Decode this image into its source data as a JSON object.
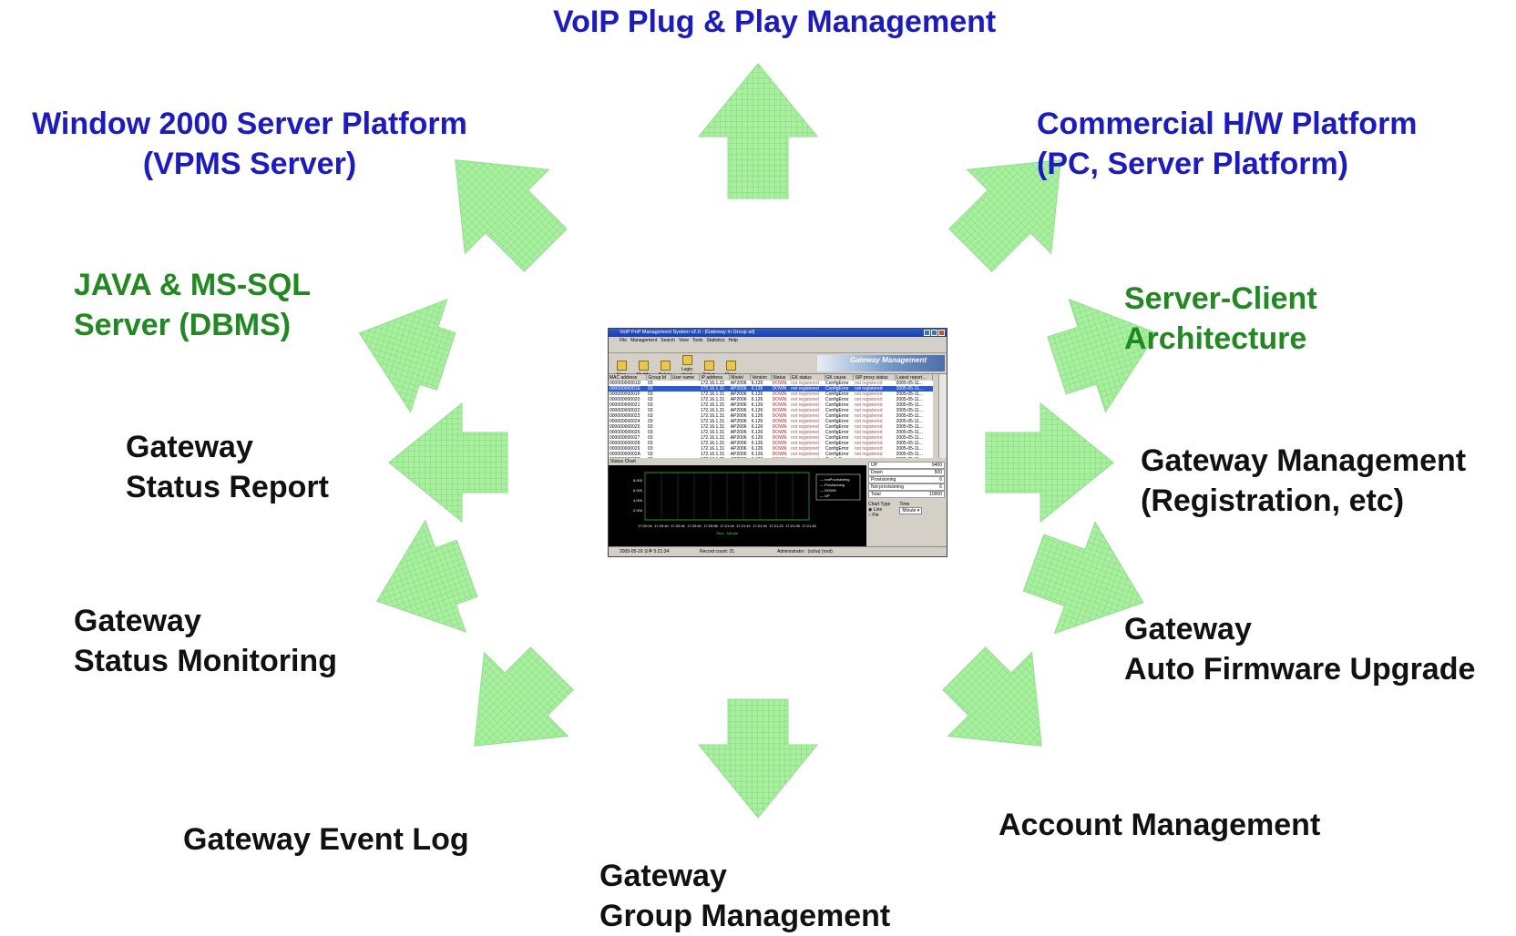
{
  "labels": {
    "top": "VoIP Plug & Play Management",
    "top_left_1": "Window 2000 Server Platform",
    "top_left_2": "(VPMS Server)",
    "top_right_1": "Commercial H/W Platform",
    "top_right_2": "(PC, Server Platform)",
    "java_1": "JAVA & MS-SQL",
    "java_2": "Server (DBMS)",
    "server_client_1": "Server-Client",
    "server_client_2": "Architecture",
    "status_report_1": "Gateway",
    "status_report_2": "Status Report",
    "gw_mgmt_1": "Gateway Management",
    "gw_mgmt_2": "(Registration, etc)",
    "status_mon_1": "Gateway",
    "status_mon_2": "Status Monitoring",
    "firmware_1": "Gateway",
    "firmware_2": "Auto Firmware Upgrade",
    "event_log": "Gateway Event Log",
    "account": "Account Management",
    "group_1": "Gateway",
    "group_2": "Group Management"
  },
  "colors": {
    "blue": "#1a1acc",
    "green_text": "#1f8a1f",
    "arrow_fill": "#a8f0a0",
    "arrow_grid": "#7fd87a"
  },
  "app": {
    "title": "VoIP PnP Management System v2.0 - [Gateway In Group all]",
    "menu": [
      "File",
      "Management",
      "Search",
      "View",
      "Tools",
      "Statistics",
      "Help"
    ],
    "toolbar": [
      "New",
      "Modify",
      "Delete",
      "Login check",
      "Telnet",
      "Close"
    ],
    "banner": "Gateway Management",
    "columns": [
      "MAC address",
      "Group Id",
      "User name",
      "IP address",
      "Model",
      "Version",
      "Status",
      "GK status",
      "GK cause",
      "SIP proxy status",
      "Latest report..."
    ],
    "rows": [
      [
        "00000000001D",
        "03",
        "",
        "172.16.1.31",
        "AP2006",
        "6.126",
        "DOWN",
        "not registered",
        "ConfigError",
        "not registered",
        "2005-05-11..."
      ],
      [
        "00000000001E",
        "03",
        "",
        "172.16.1.31",
        "AP2006",
        "6.126",
        "DOWN",
        "not registered",
        "ConfigError",
        "not registered",
        "2005-05-11..."
      ],
      [
        "00000000001F",
        "03",
        "",
        "172.16.1.31",
        "AP2006",
        "6.126",
        "DOWN",
        "not registered",
        "ConfigError",
        "not registered",
        "2005-05-11..."
      ],
      [
        "000000000020",
        "03",
        "",
        "172.16.1.31",
        "AP2006",
        "6.126",
        "DOWN",
        "not registered",
        "ConfigError",
        "not registered",
        "2005-05-11..."
      ],
      [
        "000000000021",
        "03",
        "",
        "172.16.1.31",
        "AP2006",
        "6.126",
        "DOWN",
        "not registered",
        "ConfigError",
        "not registered",
        "2005-05-11..."
      ],
      [
        "000000000022",
        "03",
        "",
        "172.16.1.31",
        "AP2006",
        "6.126",
        "DOWN",
        "not registered",
        "ConfigError",
        "not registered",
        "2005-05-11..."
      ],
      [
        "000000000023",
        "03",
        "",
        "172.16.1.31",
        "AP2006",
        "6.126",
        "DOWN",
        "not registered",
        "ConfigError",
        "not registered",
        "2005-05-11..."
      ],
      [
        "000000000024",
        "03",
        "",
        "172.16.1.31",
        "AP2006",
        "6.126",
        "DOWN",
        "not registered",
        "ConfigError",
        "not registered",
        "2005-05-11..."
      ],
      [
        "000000000025",
        "03",
        "",
        "172.16.1.31",
        "AP2006",
        "6.126",
        "DOWN",
        "not registered",
        "ConfigError",
        "not registered",
        "2005-05-11..."
      ],
      [
        "000000000026",
        "03",
        "",
        "172.16.1.31",
        "AP2006",
        "6.126",
        "DOWN",
        "not registered",
        "ConfigError",
        "not registered",
        "2005-05-11..."
      ],
      [
        "000000000027",
        "03",
        "",
        "172.16.1.31",
        "AP2006",
        "6.126",
        "DOWN",
        "not registered",
        "ConfigError",
        "not registered",
        "2005-05-11..."
      ],
      [
        "000000000028",
        "03",
        "",
        "172.16.1.31",
        "AP2006",
        "6.126",
        "DOWN",
        "not registered",
        "ConfigError",
        "not registered",
        "2005-05-11..."
      ],
      [
        "000000000029",
        "03",
        "",
        "172.16.1.31",
        "AP2006",
        "6.126",
        "DOWN",
        "not registered",
        "ConfigError",
        "not registered",
        "2005-05-11..."
      ],
      [
        "00000000002A",
        "03",
        "",
        "172.16.1.31",
        "AP2006",
        "6.126",
        "DOWN",
        "not registered",
        "ConfigError",
        "not registered",
        "2005-05-11..."
      ],
      [
        "00000000002B",
        "03",
        "",
        "172.16.1.31",
        "AP2006",
        "6.126",
        "DOWN",
        "not registered",
        "ConfigError",
        "not registered",
        "2005-05-11..."
      ]
    ],
    "chart_title": "Status Chart",
    "chart_y_ticks": [
      "8,000",
      "6,000",
      "4,000",
      "2,000"
    ],
    "chart_x_ticks": [
      "17:20:34",
      "17:20:40",
      "17:20:46",
      "17:20:52",
      "17:20:58",
      "17:21:04",
      "17:21:10",
      "17:21:16",
      "17:21:22",
      "17:21:28",
      "17:21:34"
    ],
    "chart_xlabel": "Time - Minute",
    "chart_legend": [
      "notProvisioning",
      "Provisioning",
      "DOWN",
      "UP"
    ],
    "stats": [
      {
        "k": "UP",
        "v": "9400"
      },
      {
        "k": "Down",
        "v": "500"
      },
      {
        "k": "Provisioning",
        "v": "6"
      },
      {
        "k": "Not provisioning",
        "v": "6"
      },
      {
        "k": "Total",
        "v": "10000"
      }
    ],
    "chart_type_label": "Chart Type",
    "chart_type_line": "Line",
    "chart_type_pie": "Pie",
    "time_label": "Time",
    "time_value": "Minute",
    "status_date": "2005-05-16 오후 5:21:34",
    "status_records": "Record count: 21",
    "status_user": "Administrator : (scha) (root)"
  }
}
